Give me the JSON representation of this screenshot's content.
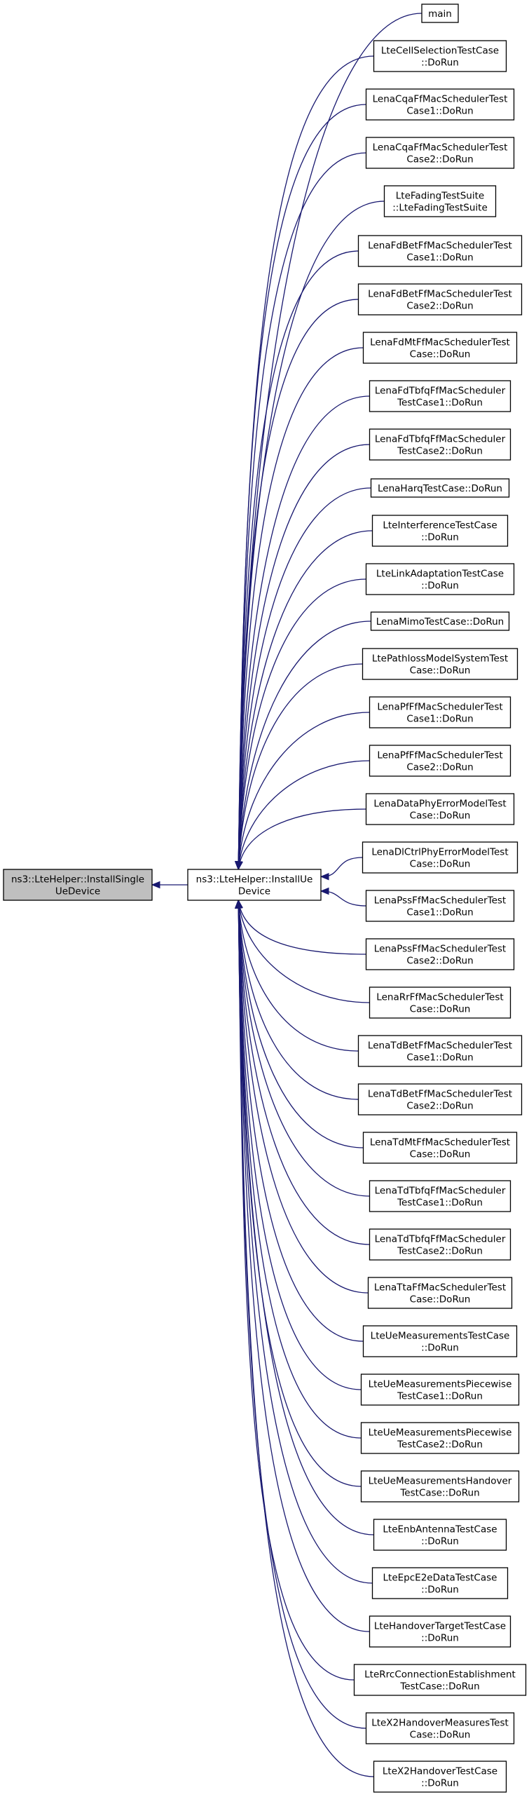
{
  "root": {
    "lines": [
      "ns3::LteHelper::InstallSingle",
      "UeDevice"
    ]
  },
  "middle": {
    "lines": [
      "ns3::LteHelper::InstallUe",
      "Device"
    ]
  },
  "callers": [
    {
      "lines": [
        "main"
      ]
    },
    {
      "lines": [
        "LteCellSelectionTestCase",
        "::DoRun"
      ]
    },
    {
      "lines": [
        "LenaCqaFfMacSchedulerTest",
        "Case1::DoRun"
      ]
    },
    {
      "lines": [
        "LenaCqaFfMacSchedulerTest",
        "Case2::DoRun"
      ]
    },
    {
      "lines": [
        "LteFadingTestSuite",
        "::LteFadingTestSuite"
      ]
    },
    {
      "lines": [
        "LenaFdBetFfMacSchedulerTest",
        "Case1::DoRun"
      ]
    },
    {
      "lines": [
        "LenaFdBetFfMacSchedulerTest",
        "Case2::DoRun"
      ]
    },
    {
      "lines": [
        "LenaFdMtFfMacSchedulerTest",
        "Case::DoRun"
      ]
    },
    {
      "lines": [
        "LenaFdTbfqFfMacScheduler",
        "TestCase1::DoRun"
      ]
    },
    {
      "lines": [
        "LenaFdTbfqFfMacScheduler",
        "TestCase2::DoRun"
      ]
    },
    {
      "lines": [
        "LenaHarqTestCase::DoRun"
      ]
    },
    {
      "lines": [
        "LteInterferenceTestCase",
        "::DoRun"
      ]
    },
    {
      "lines": [
        "LteLinkAdaptationTestCase",
        "::DoRun"
      ]
    },
    {
      "lines": [
        "LenaMimoTestCase::DoRun"
      ]
    },
    {
      "lines": [
        "LtePathlossModelSystemTest",
        "Case::DoRun"
      ]
    },
    {
      "lines": [
        "LenaPfFfMacSchedulerTest",
        "Case1::DoRun"
      ]
    },
    {
      "lines": [
        "LenaPfFfMacSchedulerTest",
        "Case2::DoRun"
      ]
    },
    {
      "lines": [
        "LenaDataPhyErrorModelTest",
        "Case::DoRun"
      ]
    },
    {
      "lines": [
        "LenaDlCtrlPhyErrorModelTest",
        "Case::DoRun"
      ]
    },
    {
      "lines": [
        "LenaPssFfMacSchedulerTest",
        "Case1::DoRun"
      ]
    },
    {
      "lines": [
        "LenaPssFfMacSchedulerTest",
        "Case2::DoRun"
      ]
    },
    {
      "lines": [
        "LenaRrFfMacSchedulerTest",
        "Case::DoRun"
      ]
    },
    {
      "lines": [
        "LenaTdBetFfMacSchedulerTest",
        "Case1::DoRun"
      ]
    },
    {
      "lines": [
        "LenaTdBetFfMacSchedulerTest",
        "Case2::DoRun"
      ]
    },
    {
      "lines": [
        "LenaTdMtFfMacSchedulerTest",
        "Case::DoRun"
      ]
    },
    {
      "lines": [
        "LenaTdTbfqFfMacScheduler",
        "TestCase1::DoRun"
      ]
    },
    {
      "lines": [
        "LenaTdTbfqFfMacScheduler",
        "TestCase2::DoRun"
      ]
    },
    {
      "lines": [
        "LenaTtaFfMacSchedulerTest",
        "Case::DoRun"
      ]
    },
    {
      "lines": [
        "LteUeMeasurementsTestCase",
        "::DoRun"
      ]
    },
    {
      "lines": [
        "LteUeMeasurementsPiecewise",
        "TestCase1::DoRun"
      ]
    },
    {
      "lines": [
        "LteUeMeasurementsPiecewise",
        "TestCase2::DoRun"
      ]
    },
    {
      "lines": [
        "LteUeMeasurementsHandover",
        "TestCase::DoRun"
      ]
    },
    {
      "lines": [
        "LteEnbAntennaTestCase",
        "::DoRun"
      ]
    },
    {
      "lines": [
        "LteEpcE2eDataTestCase",
        "::DoRun"
      ]
    },
    {
      "lines": [
        "LteHandoverTargetTestCase",
        "::DoRun"
      ]
    },
    {
      "lines": [
        "LteRrcConnectionEstablishment",
        "TestCase::DoRun"
      ]
    },
    {
      "lines": [
        "LteX2HandoverMeasuresTest",
        "Case::DoRun"
      ]
    },
    {
      "lines": [
        "LteX2HandoverTestCase",
        "::DoRun"
      ]
    }
  ],
  "colors": {
    "edge": "#191970",
    "highlight_fill": "#bfbfbf",
    "node_fill": "#ffffff",
    "node_stroke": "#000000"
  }
}
